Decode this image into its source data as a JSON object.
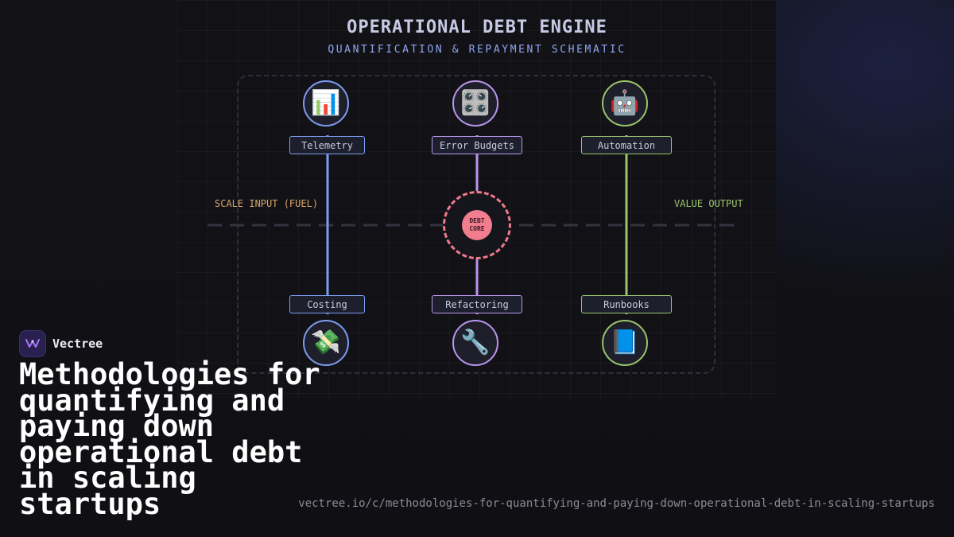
{
  "diagram": {
    "title": "OPERATIONAL DEBT ENGINE",
    "subtitle": "QUANTIFICATION & REPAYMENT SCHEMATIC",
    "left_label": "SCALE INPUT (FUEL)",
    "right_label": "VALUE OUTPUT",
    "core_label": "DEBT\nCORE",
    "colors": {
      "blue": "#7b9cf0",
      "purple": "#b996ec",
      "green": "#98c56c",
      "core": "#f27d8f",
      "input_label": "#d9a46a",
      "output_label": "#98c56c"
    },
    "top_nodes": [
      {
        "label": "Telemetry",
        "icon": "bar-chart-icon",
        "glyph": "📊"
      },
      {
        "label": "Error Budgets",
        "icon": "control-knobs-icon",
        "glyph": "🎛️"
      },
      {
        "label": "Automation",
        "icon": "robot-icon",
        "glyph": "🤖"
      }
    ],
    "bottom_nodes": [
      {
        "label": "Costing",
        "icon": "money-wings-icon",
        "glyph": "💸"
      },
      {
        "label": "Refactoring",
        "icon": "wrench-icon",
        "glyph": "🔧"
      },
      {
        "label": "Runbooks",
        "icon": "blue-book-icon",
        "glyph": "📘"
      }
    ]
  },
  "brand": {
    "name": "Vectree",
    "icon": "vectree-logo-icon"
  },
  "headline": "Methodologies for quantifying and paying down operational debt in scaling startups",
  "url": "vectree.io/c/methodologies-for-quantifying-and-paying-down-operational-debt-in-scaling-startups"
}
